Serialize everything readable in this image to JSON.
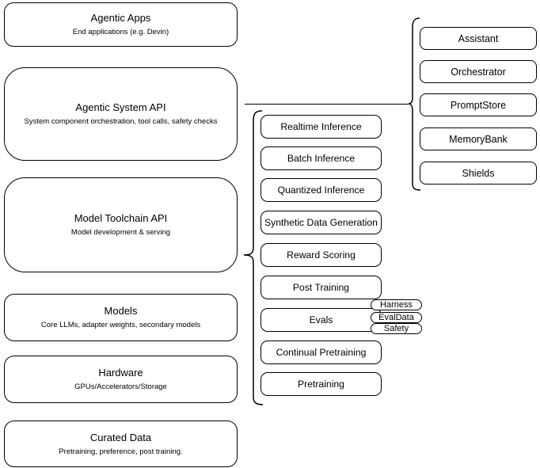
{
  "diagram": {
    "left_stack": [
      {
        "title": "Agentic Apps",
        "subtitle": "End applications (e.g. Devin)"
      },
      {
        "title": "Agentic System API",
        "subtitle": "System component orchestration, tool calls, safety checks"
      },
      {
        "title": "Model Toolchain API",
        "subtitle": "Model development & serving"
      },
      {
        "title": "Models",
        "subtitle": "Core LLMs, adapter weights, secondary models"
      },
      {
        "title": "Hardware",
        "subtitle": "GPUs/Accelerators/Storage"
      },
      {
        "title": "Curated Data",
        "subtitle": "Pretraining, preference, post training."
      }
    ],
    "toolchain_group": {
      "items": [
        "Realtime Inference",
        "Batch Inference",
        "Quantized Inference",
        "Synthetic Data Generation",
        "Reward Scoring",
        "Post Training",
        "Evals",
        "Continual Pretraining",
        "Pretraining"
      ]
    },
    "evals_tags": [
      "Harness",
      "EvalData",
      "Safety"
    ],
    "system_group": {
      "items": [
        "Assistant",
        "Orchestrator",
        "PromptStore",
        "MemoryBank",
        "Shields"
      ]
    },
    "colors": {
      "stroke": "#000000",
      "background": "#ffffff",
      "text": "#000000"
    }
  }
}
